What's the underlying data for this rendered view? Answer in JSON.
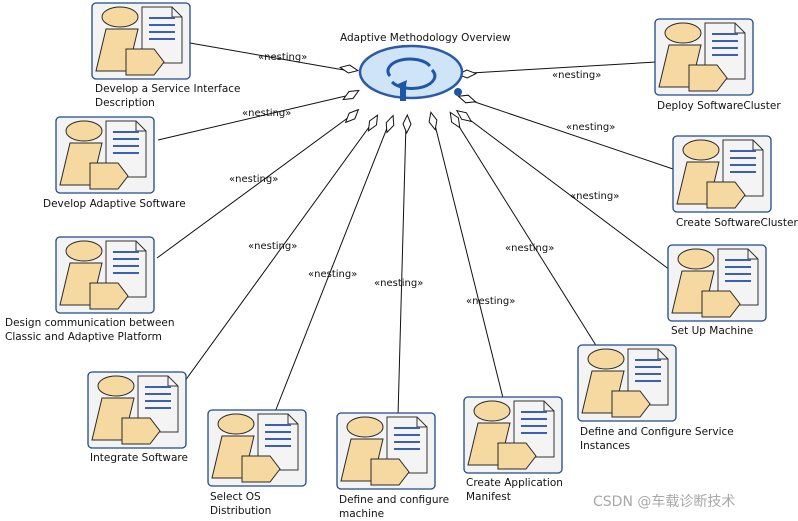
{
  "diagram": {
    "title": "Adaptive Methodology Overview",
    "stereotype": "«nesting»",
    "colors": {
      "box_border": "#1e4a8c",
      "box_fill": "#f3f3f3",
      "figure_fill": "#f5d9a0",
      "figure_stroke": "#2a2a2a",
      "doc_lines": "#3a5fb5",
      "ellipse_fill": "#cfe4f7",
      "ellipse_stroke": "#2b5aa8",
      "connector": "#111111"
    },
    "center_icon": "process-cycle-icon",
    "nodes": [
      {
        "id": "develop-service-interface",
        "icon": "activity-document-icon",
        "label_lines": [
          "Develop a Service Interface",
          "Description"
        ]
      },
      {
        "id": "develop-adaptive-software",
        "icon": "activity-document-icon",
        "label_lines": [
          "Develop Adaptive Software"
        ]
      },
      {
        "id": "design-communication",
        "icon": "activity-document-icon",
        "label_lines": [
          "Design communication between",
          "Classic and Adaptive Platform"
        ]
      },
      {
        "id": "integrate-software",
        "icon": "activity-document-icon",
        "label_lines": [
          "Integrate Software"
        ]
      },
      {
        "id": "select-os-distribution",
        "icon": "activity-document-icon",
        "label_lines": [
          "Select OS",
          "Distribution"
        ]
      },
      {
        "id": "define-configure-machine",
        "icon": "activity-document-icon",
        "label_lines": [
          "Define and configure",
          "machine"
        ]
      },
      {
        "id": "create-application-manifest",
        "icon": "activity-document-icon",
        "label_lines": [
          "Create Application",
          "Manifest"
        ]
      },
      {
        "id": "define-configure-service-instances",
        "icon": "activity-document-icon",
        "label_lines": [
          "Define and Configure Service",
          "Instances"
        ]
      },
      {
        "id": "set-up-machine",
        "icon": "activity-document-icon",
        "label_lines": [
          "Set Up Machine"
        ]
      },
      {
        "id": "create-softwarecluster",
        "icon": "activity-document-icon",
        "label_lines": [
          "Create SoftwareCluster"
        ]
      },
      {
        "id": "deploy-softwarecluster",
        "icon": "activity-document-icon",
        "label_lines": [
          "Deploy SoftwareCluster"
        ]
      }
    ]
  },
  "watermark": "CSDN @车载诊断技术"
}
